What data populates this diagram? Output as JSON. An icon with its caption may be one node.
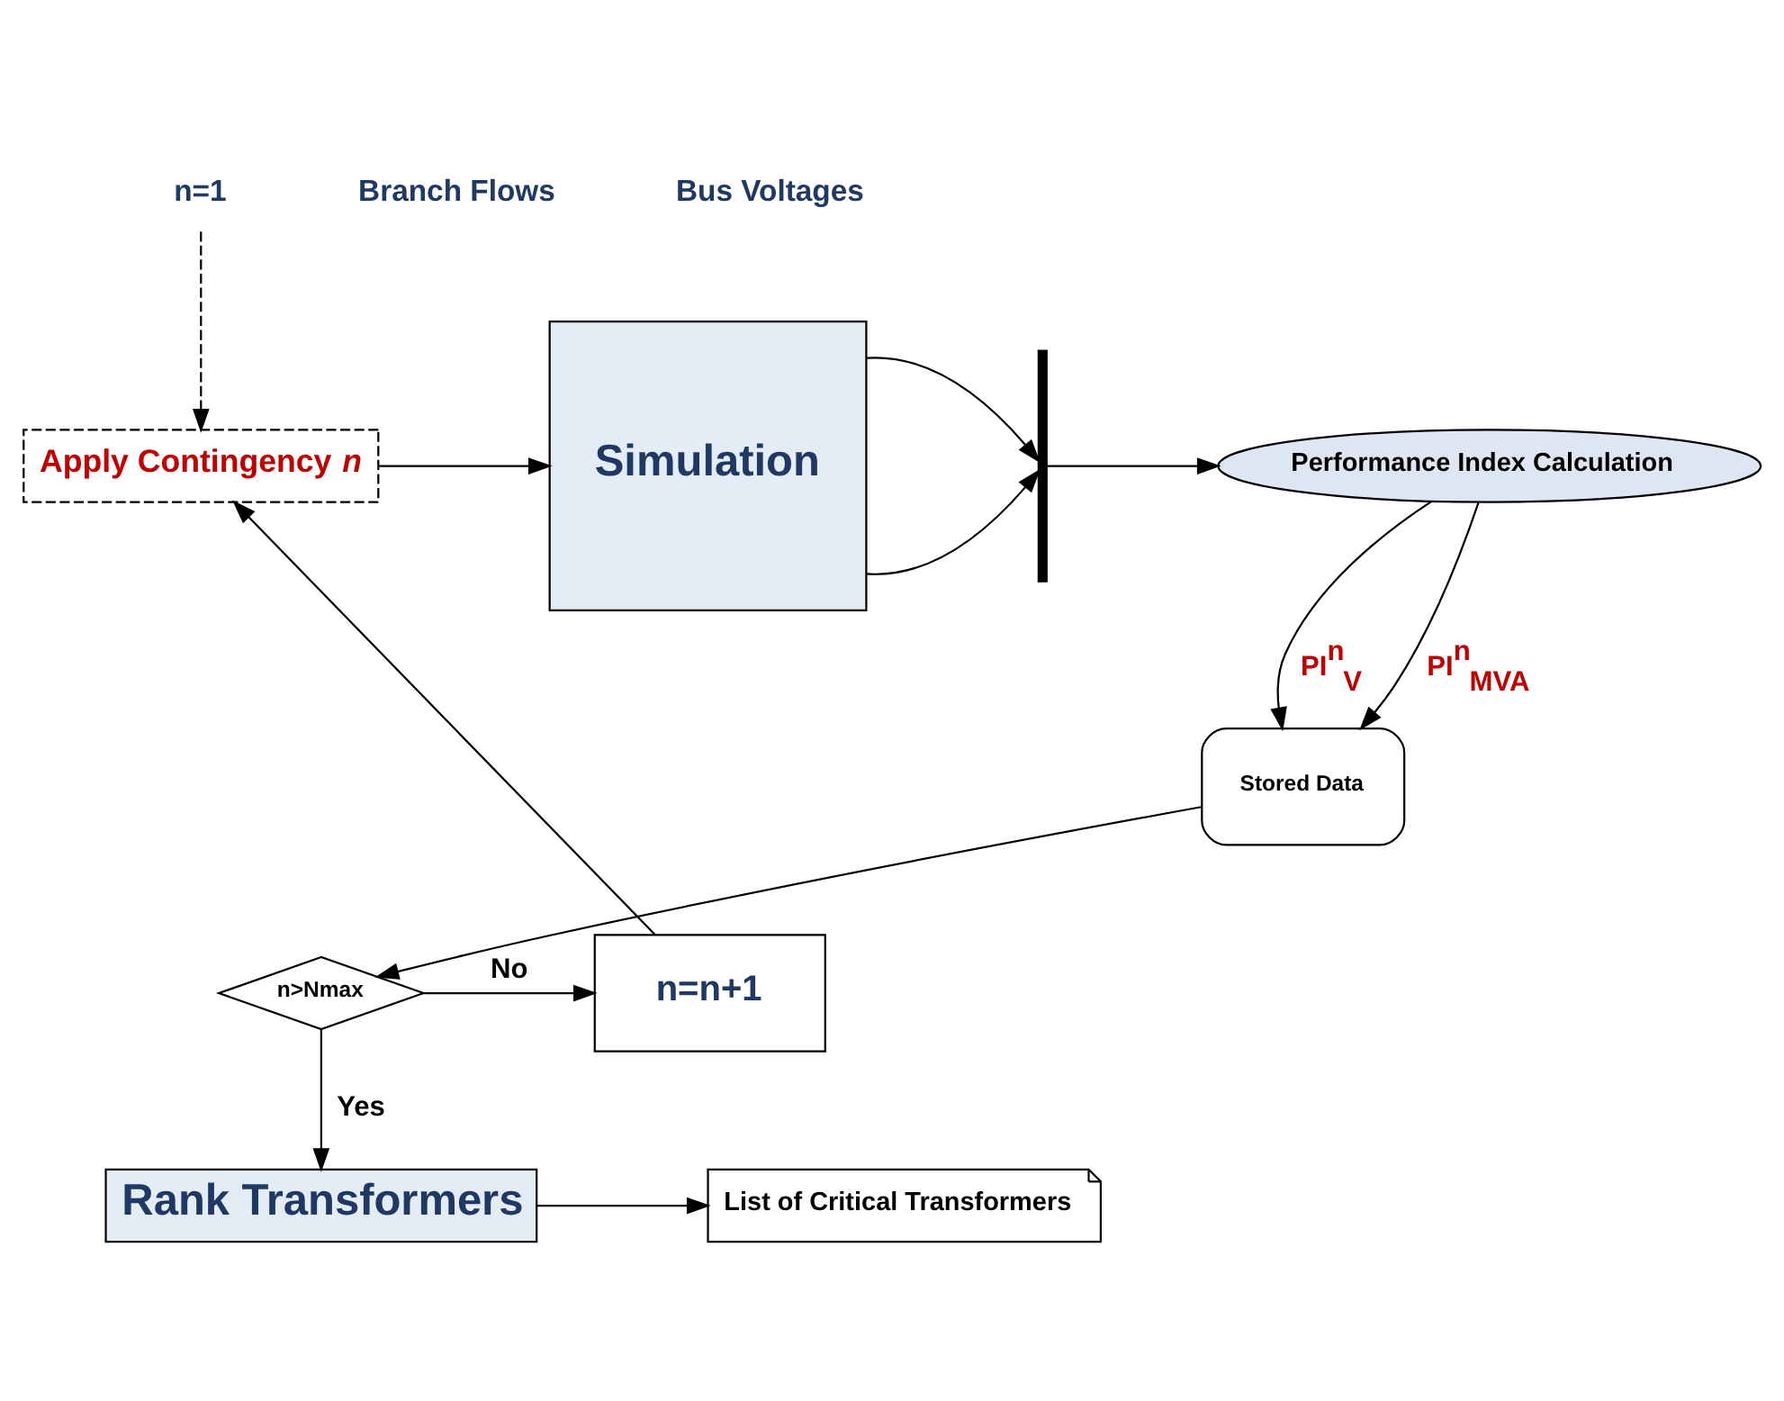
{
  "diagram": {
    "nodes": [
      {
        "text": [
          "Performance Index Calculation"
        ]
      },
      {
        "text": [
          "Simulation"
        ]
      },
      {
        "text": [
          "Apply Contingency *n*"
        ]
      },
      {
        "text": [],
        "shape": "bar"
      },
      {
        "text": [
          "Stored Data"
        ]
      },
      {
        "text": [
          "n>Nmax"
        ]
      },
      {
        "text": [
          "n=n+1"
        ]
      },
      {
        "text": [
          "Rank Transformers"
        ]
      },
      {
        "text": [
          "List of Critical Transformers"
        ]
      },
      {
        "text": [
          "n=1"
        ]
      }
    ],
    "edges": [
      {
        "from": 1,
        "to": 3,
        "arrow": "to"
      },
      {
        "from": 1,
        "to": 3,
        "arrow": "to"
      },
      {
        "from": 3,
        "to": 0,
        "arrow": "to"
      },
      {
        "from": 2,
        "to": 1,
        "arrow": "to"
      },
      {
        "from": 0,
        "to": 4,
        "arrow": "to",
        "label": "PI$^{n}$$_{MVA}$"
      },
      {
        "from": 0,
        "to": 4,
        "arrow": "to",
        "label": "PI$^{n}$$_{V}$"
      },
      {
        "from": 4,
        "to": 5,
        "arrow": "to"
      },
      {
        "from": 5,
        "to": 6,
        "arrow": "to",
        "label": "No"
      },
      {
        "from": 5,
        "to": 7,
        "arrow": "to",
        "label": "Yes"
      },
      {
        "from": 7,
        "to": 8,
        "arrow": "to"
      },
      {
        "from": 6,
        "to": 2,
        "arrow": "to"
      },
      {
        "from": 9,
        "to": 2,
        "arrow": "to",
        "style": "dashed"
      }
    ],
    "labels": [
      "Branch Flows",
      "Bus Voltages"
    ]
  }
}
